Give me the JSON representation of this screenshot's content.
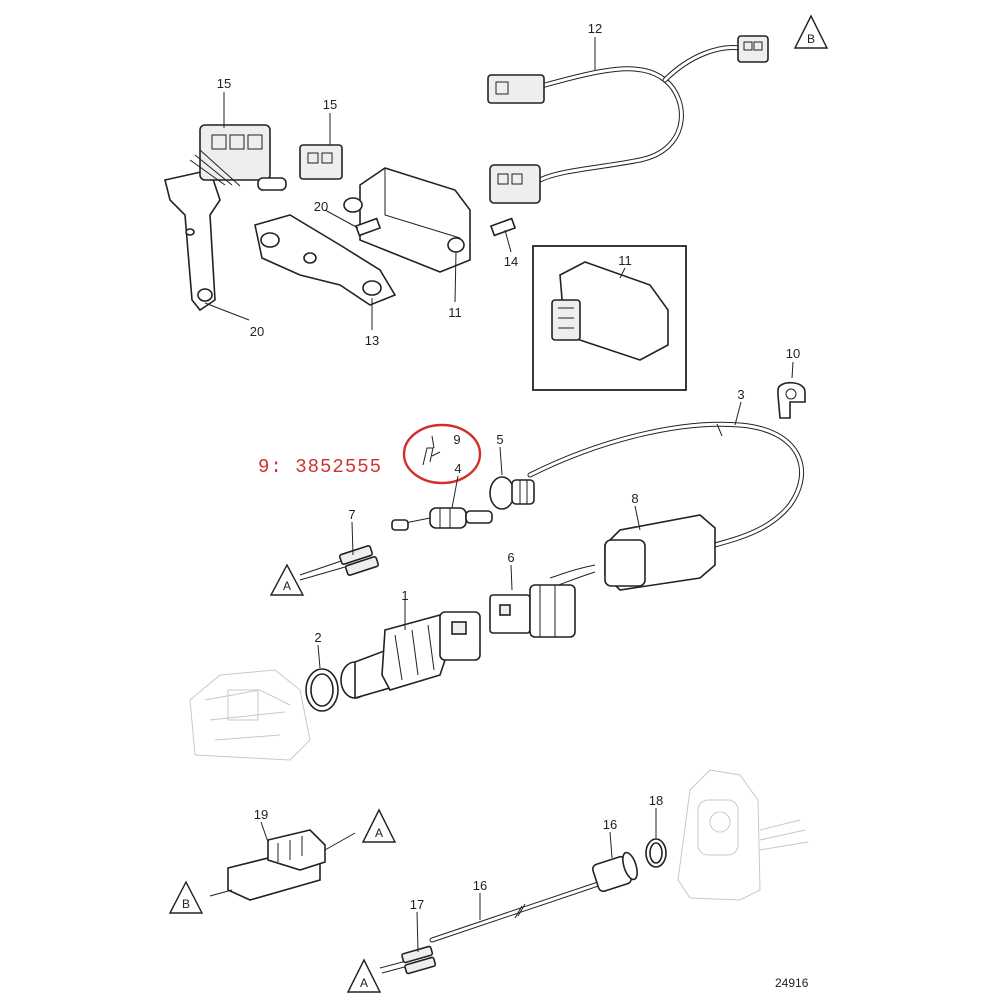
{
  "diagram": {
    "callouts": [
      "1",
      "2",
      "3",
      "4",
      "5",
      "6",
      "7",
      "8",
      "9",
      "10",
      "11",
      "12",
      "13",
      "14",
      "15",
      "16",
      "17",
      "18",
      "19",
      "20"
    ],
    "connector_refs": {
      "a": "A",
      "b": "B"
    },
    "highlight": {
      "part_ref": "9: 3852555",
      "color": "#d0312d"
    },
    "document_number": "24916"
  }
}
